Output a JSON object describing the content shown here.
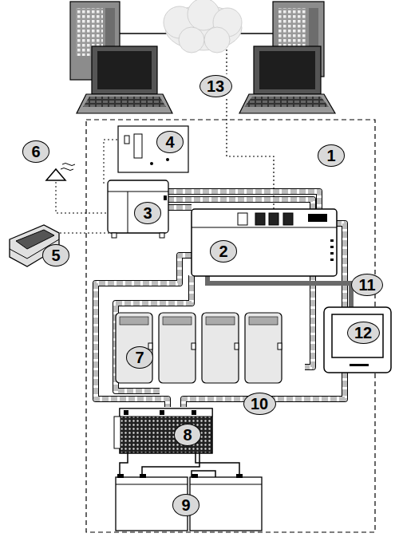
{
  "diagram": {
    "labels": [
      "13",
      "4",
      "1",
      "6",
      "3",
      "2",
      "5",
      "11",
      "12",
      "7",
      "10",
      "8",
      "9"
    ]
  }
}
